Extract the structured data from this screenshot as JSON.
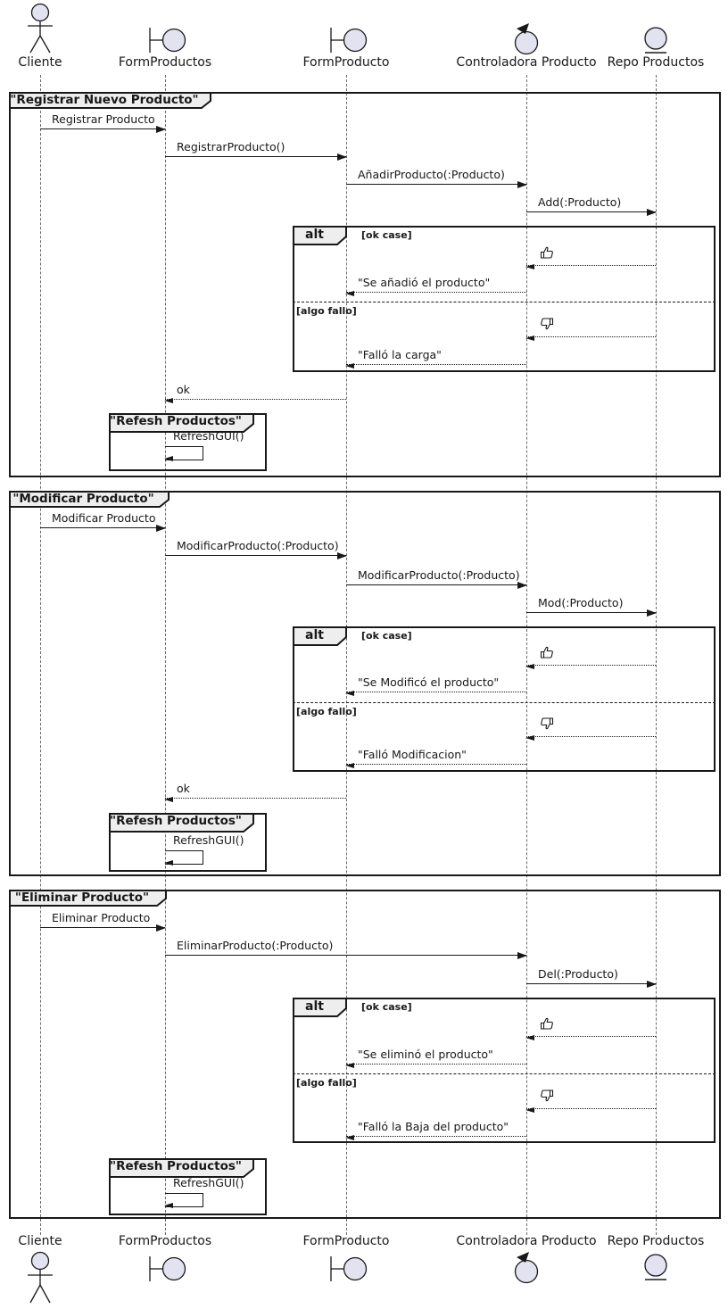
{
  "participants": [
    {
      "name": "Cliente",
      "type": "actor"
    },
    {
      "name": "FormProductos",
      "type": "boundary"
    },
    {
      "name": "FormProducto",
      "type": "boundary"
    },
    {
      "name": "Controladora Producto",
      "type": "control"
    },
    {
      "name": "Repo Productos",
      "type": "entity"
    }
  ],
  "icons": {
    "thumbs_up": "👍",
    "thumbs_down": "👎"
  },
  "colors": {
    "participant_fill": "#E2E2F0",
    "stroke": "#181818",
    "frame_header_fill": "#EEEEEE",
    "lifeline": "#6B6B6B"
  },
  "frames": [
    {
      "title": "\"Registrar Nuevo Producto\"",
      "messages": [
        "Registrar Producto",
        "RegistrarProducto()",
        "AñadirProducto(:Producto)",
        "Add(:Producto)"
      ],
      "alt": {
        "operator": "alt",
        "guards": [
          "[ok case]",
          "[algo fallo]"
        ],
        "ok_reply": "\"Se añadió el producto\"",
        "fail_reply": "\"Falló la carga\""
      },
      "return_label": "ok",
      "refresh": {
        "title": "\"Refesh Productos\"",
        "message": "RefreshGUI()"
      }
    },
    {
      "title": "\"Modificar Producto\"",
      "messages": [
        "Modificar Producto",
        "ModificarProducto(:Producto)",
        "ModificarProducto(:Producto)",
        "Mod(:Producto)"
      ],
      "alt": {
        "operator": "alt",
        "guards": [
          "[ok case]",
          "[algo fallo]"
        ],
        "ok_reply": "\"Se Modificó el producto\"",
        "fail_reply": "\"Falló Modificacion\""
      },
      "return_label": "ok",
      "refresh": {
        "title": "\"Refesh Productos\"",
        "message": "RefreshGUI()"
      }
    },
    {
      "title": "\"Eliminar Producto\"",
      "messages": [
        "Eliminar Producto",
        "EliminarProducto(:Producto)",
        "Del(:Producto)"
      ],
      "alt": {
        "operator": "alt",
        "guards": [
          "[ok case]",
          "[algo fallo]"
        ],
        "ok_reply": "\"Se eliminó el producto\"",
        "fail_reply": "\"Falló la Baja del producto\""
      },
      "refresh": {
        "title": "\"Refesh Productos\"",
        "message": "RefreshGUI()"
      }
    }
  ]
}
